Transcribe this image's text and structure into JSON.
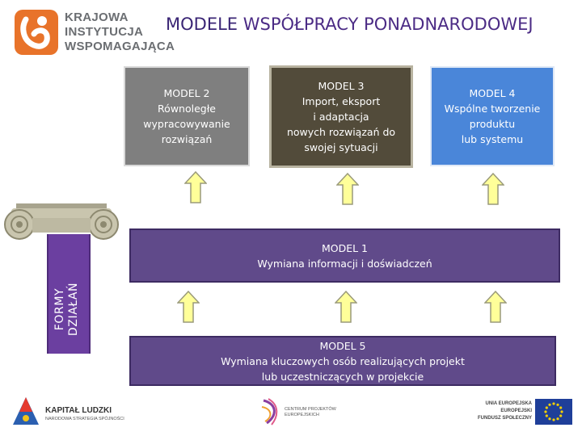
{
  "institution_logo": {
    "lines": [
      "KRAJOWA",
      "INSTYTUCJA",
      "WSPOMAGAJĄCA"
    ],
    "accent_color": "#e8732a"
  },
  "title": {
    "highlight": "MODELE",
    "rest": " WSPÓŁPRACY PONADNARODOWEJ"
  },
  "models": {
    "model2": "MODEL 2\nRównoległe\nwypracowywanie\nrozwiązań",
    "model3": "MODEL 3\nImport, eksport\ni adaptacja\nnowych rozwiązań do\nswojej sytuacji",
    "model4": "MODEL 4\nWspólne tworzenie\nproduktu\nlub systemu",
    "model1": "MODEL 1\nWymiana informacji i doświadczeń",
    "model5": "MODEL 5\nWymiana kluczowych osób realizujących projekt\nlub uczestniczących w projekcie"
  },
  "column": {
    "label": "FORMY\nDZIAŁAŃ",
    "color": "#6b3fa0"
  },
  "footer": {
    "kapital_ludzki": "KAPITAŁ LUDZKI",
    "kapital_sub": "NARODOWA STRATEGIA SPÓJNOŚCI",
    "cpe": "CENTRUM PROJEKTÓW\nEUROPEJSKICH",
    "eu_lines": [
      "UNIA EUROPEJSKA",
      "EUROPEJSKI",
      "FUNDUSZ SPOŁECZNY"
    ]
  }
}
